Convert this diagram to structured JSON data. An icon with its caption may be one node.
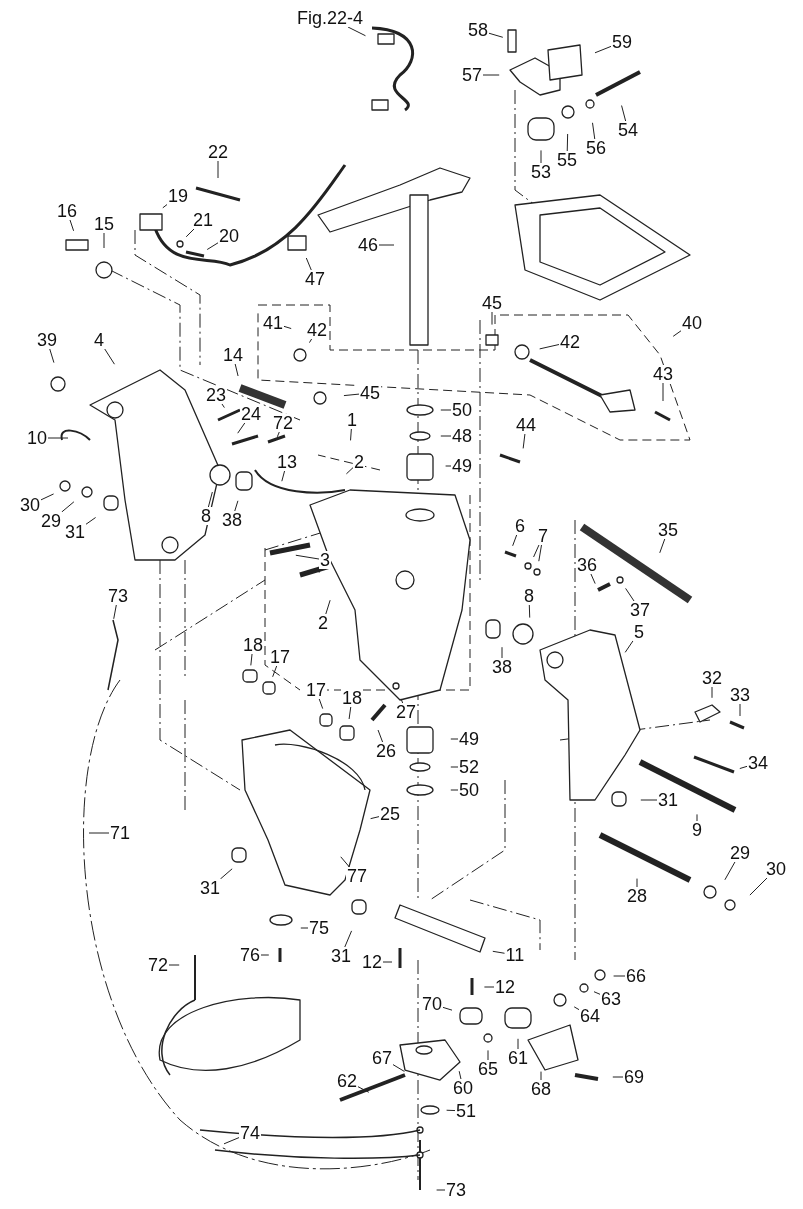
{
  "diagram": {
    "nodes": [
      {
        "text": [
          "Fig.22-4"
        ]
      },
      {
        "text": [
          "58"
        ]
      },
      {
        "text": [
          "59"
        ]
      },
      {
        "text": [
          "57"
        ]
      },
      {
        "text": [
          "54"
        ]
      },
      {
        "text": [
          "53"
        ]
      },
      {
        "text": [
          "55"
        ]
      },
      {
        "text": [
          "56"
        ]
      },
      {
        "text": [
          "22"
        ]
      },
      {
        "text": [
          "16"
        ]
      },
      {
        "text": [
          "15"
        ]
      },
      {
        "text": [
          "19"
        ]
      },
      {
        "text": [
          "21"
        ]
      },
      {
        "text": [
          "20"
        ]
      },
      {
        "text": [
          "46"
        ]
      },
      {
        "text": [
          "47"
        ]
      },
      {
        "text": [
          "39"
        ]
      },
      {
        "text": [
          "4"
        ]
      },
      {
        "text": [
          "41"
        ]
      },
      {
        "text": [
          "42"
        ]
      },
      {
        "text": [
          "14"
        ]
      },
      {
        "text": [
          "45"
        ]
      },
      {
        "text": [
          "45"
        ]
      },
      {
        "text": [
          "42"
        ]
      },
      {
        "text": [
          "40"
        ]
      },
      {
        "text": [
          "43"
        ]
      },
      {
        "text": [
          "23"
        ]
      },
      {
        "text": [
          "24"
        ]
      },
      {
        "text": [
          "72"
        ]
      },
      {
        "text": [
          "50"
        ]
      },
      {
        "text": [
          "48"
        ]
      },
      {
        "text": [
          "44"
        ]
      },
      {
        "text": [
          "10"
        ]
      },
      {
        "text": [
          "13"
        ]
      },
      {
        "text": [
          "1"
        ]
      },
      {
        "text": [
          "2"
        ]
      },
      {
        "text": [
          "49"
        ]
      },
      {
        "text": [
          "30"
        ]
      },
      {
        "text": [
          "29"
        ]
      },
      {
        "text": [
          "31"
        ]
      },
      {
        "text": [
          "8"
        ]
      },
      {
        "text": [
          "38"
        ]
      },
      {
        "text": [
          "6"
        ]
      },
      {
        "text": [
          "7"
        ]
      },
      {
        "text": [
          "36"
        ]
      },
      {
        "text": [
          "35"
        ]
      },
      {
        "text": [
          "37"
        ]
      },
      {
        "text": [
          "3"
        ]
      },
      {
        "text": [
          "2"
        ]
      },
      {
        "text": [
          "8"
        ]
      },
      {
        "text": [
          "38"
        ]
      },
      {
        "text": [
          "5"
        ]
      },
      {
        "text": [
          "73"
        ]
      },
      {
        "text": [
          "18"
        ]
      },
      {
        "text": [
          "17"
        ]
      },
      {
        "text": [
          "32"
        ]
      },
      {
        "text": [
          "33"
        ]
      },
      {
        "text": [
          "17"
        ]
      },
      {
        "text": [
          "18"
        ]
      },
      {
        "text": [
          "26"
        ]
      },
      {
        "text": [
          "27"
        ]
      },
      {
        "text": [
          "49"
        ]
      },
      {
        "text": [
          "52"
        ]
      },
      {
        "text": [
          "50"
        ]
      },
      {
        "text": [
          "34"
        ]
      },
      {
        "text": [
          "31"
        ]
      },
      {
        "text": [
          "25"
        ]
      },
      {
        "text": [
          "71"
        ]
      },
      {
        "text": [
          "9"
        ]
      },
      {
        "text": [
          "77"
        ]
      },
      {
        "text": [
          "31"
        ]
      },
      {
        "text": [
          "75"
        ]
      },
      {
        "text": [
          "31"
        ]
      },
      {
        "text": [
          "28"
        ]
      },
      {
        "text": [
          "29"
        ]
      },
      {
        "text": [
          "30"
        ]
      },
      {
        "text": [
          "11"
        ]
      },
      {
        "text": [
          "76"
        ]
      },
      {
        "text": [
          "12"
        ]
      },
      {
        "text": [
          "12"
        ]
      },
      {
        "text": [
          "72"
        ]
      },
      {
        "text": [
          "66"
        ]
      },
      {
        "text": [
          "63"
        ]
      },
      {
        "text": [
          "64"
        ]
      },
      {
        "text": [
          "70"
        ]
      },
      {
        "text": [
          "61"
        ]
      },
      {
        "text": [
          "65"
        ]
      },
      {
        "text": [
          "67"
        ]
      },
      {
        "text": [
          "62"
        ]
      },
      {
        "text": [
          "60"
        ]
      },
      {
        "text": [
          "68"
        ]
      },
      {
        "text": [
          "69"
        ]
      },
      {
        "text": [
          "51"
        ]
      },
      {
        "text": [
          "74"
        ]
      },
      {
        "text": [
          "73"
        ]
      }
    ],
    "edges": [
      {
        "from": 0,
        "to": null,
        "arrow": "none"
      },
      {
        "from": 1,
        "to": null,
        "arrow": "none"
      },
      {
        "from": 2,
        "to": null,
        "arrow": "none"
      },
      {
        "from": 3,
        "to": null,
        "arrow": "none"
      },
      {
        "from": 4,
        "to": null,
        "arrow": "none"
      },
      {
        "from": 5,
        "to": null,
        "arrow": "none"
      },
      {
        "from": 6,
        "to": null,
        "arrow": "none"
      },
      {
        "from": 7,
        "to": null,
        "arrow": "none"
      },
      {
        "from": 8,
        "to": null,
        "arrow": "none"
      },
      {
        "from": 9,
        "to": null,
        "arrow": "none"
      },
      {
        "from": 10,
        "to": null,
        "arrow": "none"
      },
      {
        "from": 11,
        "to": null,
        "arrow": "none"
      },
      {
        "from": 12,
        "to": null,
        "arrow": "none"
      },
      {
        "from": 13,
        "to": null,
        "arrow": "none"
      },
      {
        "from": 14,
        "to": null,
        "arrow": "none"
      },
      {
        "from": 15,
        "to": null,
        "arrow": "none"
      },
      {
        "from": 16,
        "to": null,
        "arrow": "none"
      },
      {
        "from": 17,
        "to": null,
        "arrow": "none"
      },
      {
        "from": 18,
        "to": null,
        "arrow": "none"
      },
      {
        "from": 19,
        "to": null,
        "arrow": "none"
      },
      {
        "from": 20,
        "to": null,
        "arrow": "none"
      },
      {
        "from": 21,
        "to": null,
        "arrow": "none"
      },
      {
        "from": 22,
        "to": null,
        "arrow": "none"
      },
      {
        "from": 23,
        "to": null,
        "arrow": "none"
      },
      {
        "from": 24,
        "to": null,
        "arrow": "none"
      },
      {
        "from": 25,
        "to": null,
        "arrow": "none"
      },
      {
        "from": 26,
        "to": null,
        "arrow": "none"
      },
      {
        "from": 27,
        "to": null,
        "arrow": "none"
      },
      {
        "from": 28,
        "to": null,
        "arrow": "none"
      },
      {
        "from": 29,
        "to": null,
        "arrow": "none"
      },
      {
        "from": 30,
        "to": null,
        "arrow": "none"
      },
      {
        "from": 31,
        "to": null,
        "arrow": "none"
      },
      {
        "from": 32,
        "to": null,
        "arrow": "none"
      },
      {
        "from": 33,
        "to": null,
        "arrow": "none"
      },
      {
        "from": 34,
        "to": null,
        "arrow": "none"
      },
      {
        "from": 35,
        "to": null,
        "arrow": "none"
      },
      {
        "from": 36,
        "to": null,
        "arrow": "none"
      },
      {
        "from": 37,
        "to": null,
        "arrow": "none"
      },
      {
        "from": 38,
        "to": null,
        "arrow": "none"
      },
      {
        "from": 39,
        "to": null,
        "arrow": "none"
      },
      {
        "from": 40,
        "to": null,
        "arrow": "none"
      },
      {
        "from": 41,
        "to": null,
        "arrow": "none"
      },
      {
        "from": 42,
        "to": null,
        "arrow": "none"
      },
      {
        "from": 43,
        "to": null,
        "arrow": "none"
      },
      {
        "from": 43,
        "to": null,
        "arrow": "none"
      },
      {
        "from": 44,
        "to": null,
        "arrow": "none"
      },
      {
        "from": 45,
        "to": null,
        "arrow": "none"
      },
      {
        "from": 46,
        "to": null,
        "arrow": "none"
      },
      {
        "from": 47,
        "to": null,
        "arrow": "none"
      },
      {
        "from": 47,
        "to": null,
        "arrow": "none"
      },
      {
        "from": 48,
        "to": null,
        "arrow": "none"
      },
      {
        "from": 49,
        "to": null,
        "arrow": "none"
      },
      {
        "from": 50,
        "to": null,
        "arrow": "none"
      },
      {
        "from": 51,
        "to": null,
        "arrow": "none"
      },
      {
        "from": 52,
        "to": null,
        "arrow": "none"
      },
      {
        "from": 53,
        "to": null,
        "arrow": "none"
      },
      {
        "from": 54,
        "to": null,
        "arrow": "none"
      },
      {
        "from": 55,
        "to": null,
        "arrow": "none"
      },
      {
        "from": 56,
        "to": null,
        "arrow": "none"
      },
      {
        "from": 57,
        "to": null,
        "arrow": "none"
      },
      {
        "from": 58,
        "to": null,
        "arrow": "none"
      },
      {
        "from": 59,
        "to": null,
        "arrow": "none"
      },
      {
        "from": 60,
        "to": null,
        "arrow": "none"
      },
      {
        "from": 61,
        "to": null,
        "arrow": "none"
      },
      {
        "from": 62,
        "to": null,
        "arrow": "none"
      },
      {
        "from": 63,
        "to": null,
        "arrow": "none"
      },
      {
        "from": 64,
        "to": null,
        "arrow": "none"
      },
      {
        "from": 65,
        "to": null,
        "arrow": "none"
      },
      {
        "from": 66,
        "to": null,
        "arrow": "none"
      },
      {
        "from": 67,
        "to": null,
        "arrow": "none"
      },
      {
        "from": 68,
        "to": null,
        "arrow": "none"
      },
      {
        "from": 69,
        "to": null,
        "arrow": "none"
      },
      {
        "from": 70,
        "to": null,
        "arrow": "none"
      },
      {
        "from": 71,
        "to": null,
        "arrow": "none"
      },
      {
        "from": 72,
        "to": null,
        "arrow": "none"
      },
      {
        "from": 73,
        "to": null,
        "arrow": "none"
      },
      {
        "from": 74,
        "to": null,
        "arrow": "none"
      },
      {
        "from": 75,
        "to": null,
        "arrow": "none"
      },
      {
        "from": 76,
        "to": null,
        "arrow": "none"
      },
      {
        "from": 77,
        "to": null,
        "arrow": "none"
      },
      {
        "from": 78,
        "to": null,
        "arrow": "none"
      },
      {
        "from": 79,
        "to": null,
        "arrow": "none"
      },
      {
        "from": 80,
        "to": null,
        "arrow": "none"
      },
      {
        "from": 81,
        "to": null,
        "arrow": "none"
      },
      {
        "from": 82,
        "to": null,
        "arrow": "none"
      },
      {
        "from": 83,
        "to": null,
        "arrow": "none"
      },
      {
        "from": 84,
        "to": null,
        "arrow": "none"
      },
      {
        "from": 85,
        "to": null,
        "arrow": "none"
      },
      {
        "from": 86,
        "to": null,
        "arrow": "none"
      },
      {
        "from": 87,
        "to": null,
        "arrow": "none"
      },
      {
        "from": 88,
        "to": null,
        "arrow": "none"
      },
      {
        "from": 89,
        "to": null,
        "arrow": "none"
      },
      {
        "from": 90,
        "to": null,
        "arrow": "none"
      },
      {
        "from": 91,
        "to": null,
        "arrow": "none"
      },
      {
        "from": 92,
        "to": null,
        "arrow": "none"
      },
      {
        "from": 93,
        "to": null,
        "arrow": "none"
      },
      {
        "from": 94,
        "to": null,
        "arrow": "none"
      }
    ]
  }
}
